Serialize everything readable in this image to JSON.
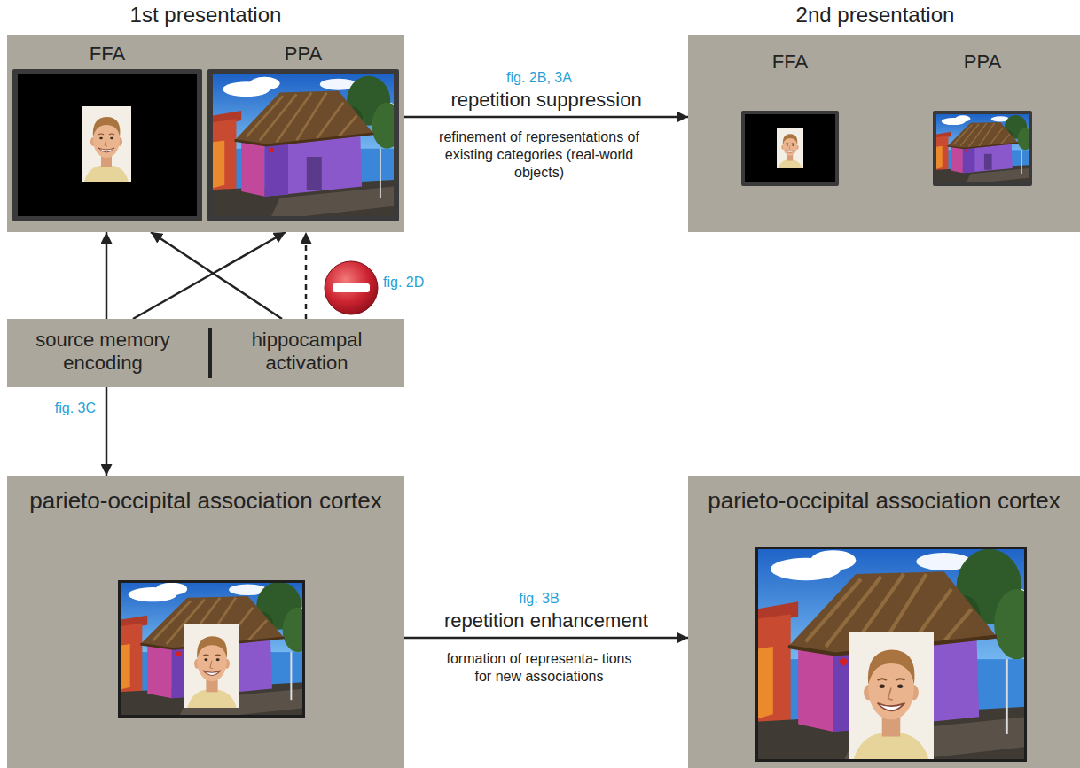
{
  "diagram": {
    "nodes": [
      {
        "text": [
          "1st presentation"
        ]
      },
      {
        "text": [
          "FFA"
        ],
        "in": 0
      },
      {
        "text": [
          "PPA"
        ],
        "in": 0
      },
      {
        "text": [
          "2nd presentation"
        ]
      },
      {
        "text": [
          "FFA"
        ],
        "in": 3
      },
      {
        "text": [
          "PPA"
        ],
        "in": 3
      },
      {
        "text": [
          "source memory encoding",
          "hippocampal activation"
        ]
      },
      {
        "text": [
          "parieto-occipital association cortex"
        ]
      },
      {
        "text": [
          "parieto-occipital association cortex"
        ]
      }
    ],
    "edges": [
      {
        "from": 0,
        "to": 3,
        "label": "repetition suppression",
        "arrow": "to"
      },
      {
        "from": 6,
        "to": 0,
        "arrow": "to"
      },
      {
        "from": 6,
        "to": 0,
        "arrow": "to"
      },
      {
        "from": 6,
        "to": 0,
        "arrow": "to"
      },
      {
        "from": 6,
        "to": 0,
        "arrow": "to"
      },
      {
        "from": 6,
        "to": 7,
        "label": "fig. 3C",
        "arrow": "to"
      },
      {
        "from": 7,
        "to": 8,
        "label": "repetition enhancement",
        "arrow": "to"
      }
    ],
    "labels": [
      "fig. 2B, 3A",
      "refinement of representations of existing categories (real-world objects)",
      "fig. 2D",
      "fig. 3B",
      "formation of representa- tions for new associations"
    ]
  }
}
